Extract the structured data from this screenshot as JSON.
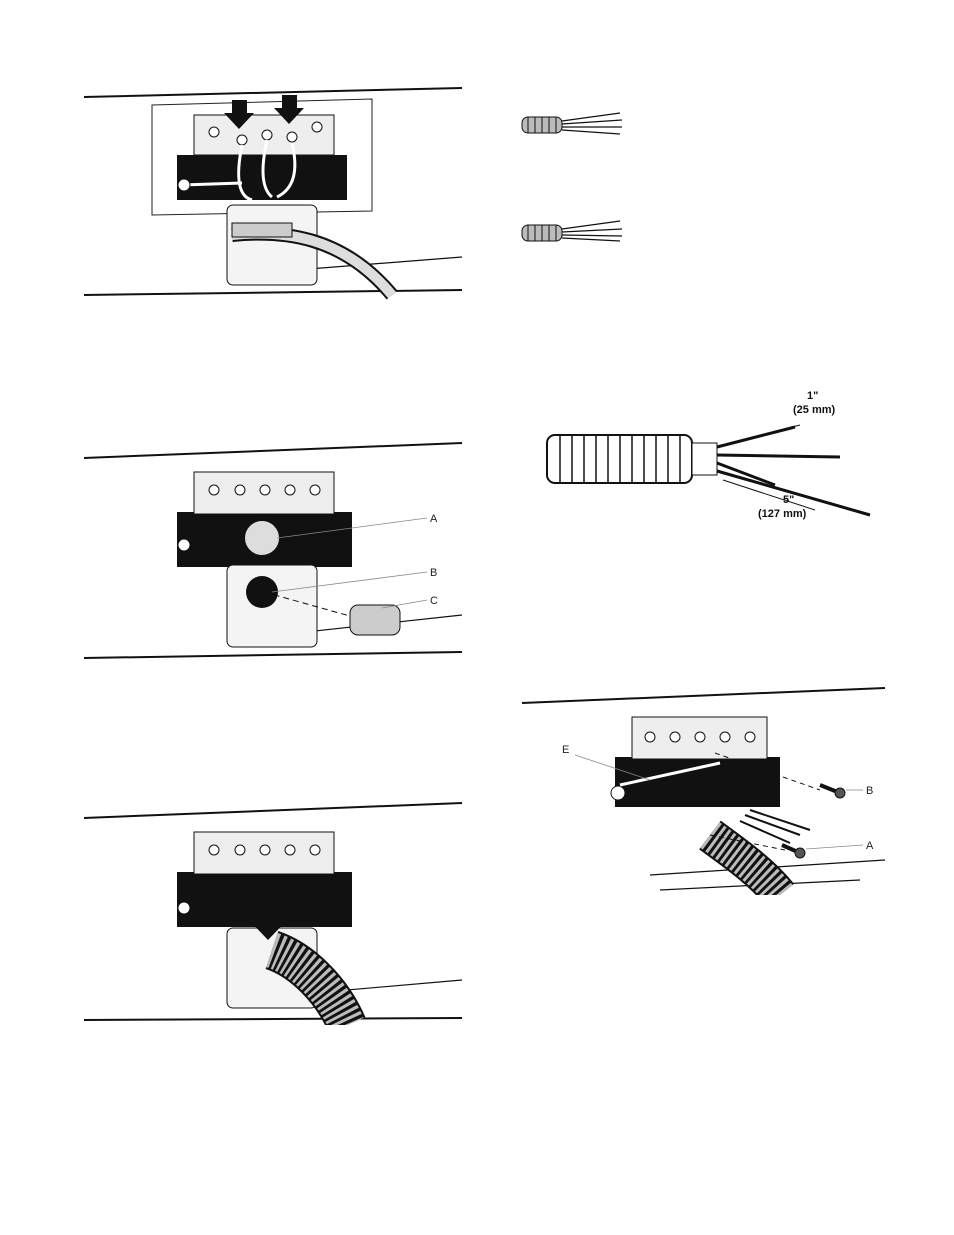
{
  "figures": {
    "fig3": {
      "label_a": "A",
      "label_b": "B",
      "label_c": "C"
    },
    "fig5": {
      "dim_1_in": "1\"",
      "dim_1_mm": "(25 mm)",
      "dim_5_in": "5\"",
      "dim_5_mm": "(127 mm)"
    },
    "fig6": {
      "label_e": "E",
      "label_b": "B",
      "label_a": "A"
    }
  }
}
